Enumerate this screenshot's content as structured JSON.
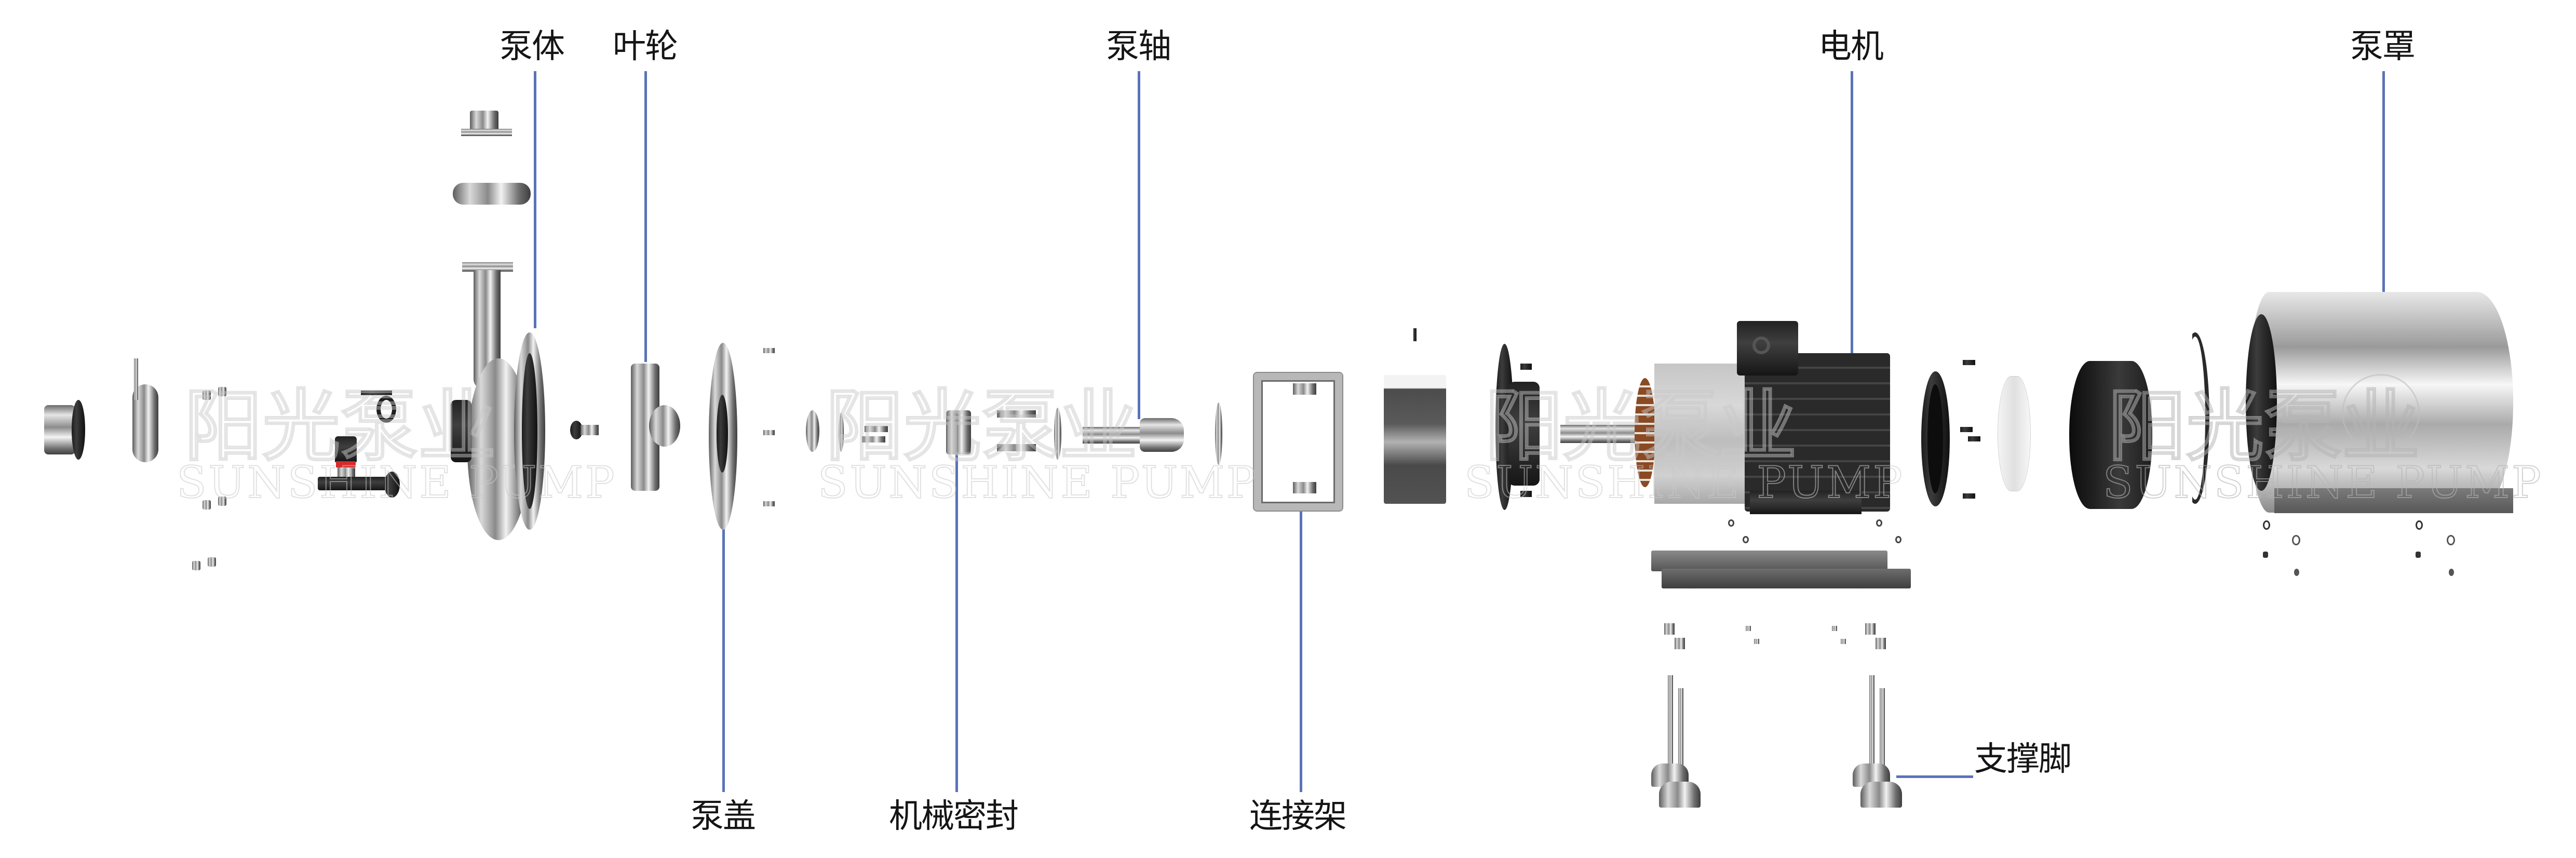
{
  "diagram": {
    "type": "exploded-view",
    "subject": "sanitary centrifugal pump",
    "background": "#ffffff",
    "leader_line_color": "#5a73b8",
    "label_color": "#151515"
  },
  "labels": {
    "pump_body": "泵体",
    "impeller": "叶轮",
    "pump_cover": "泵盖",
    "mechanical_seal": "机械密封",
    "pump_shaft": "泵轴",
    "connecting_frame": "连接架",
    "motor": "电机",
    "pump_shroud": "泵罩",
    "support_feet": "支撑脚"
  },
  "watermark": {
    "cn": "阳光泵业",
    "en": "SUNSHINE PUMP"
  }
}
